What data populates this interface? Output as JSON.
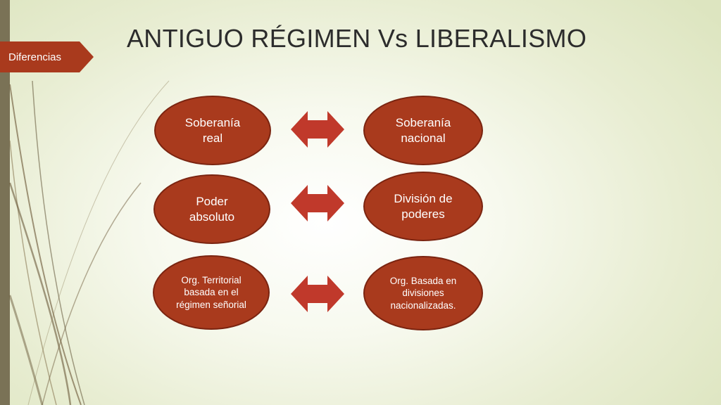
{
  "slide": {
    "title": "ANTIGUO RÉGIMEN Vs LIBERALISMO",
    "tag": "Diferencias"
  },
  "rows": [
    {
      "left": "Soberanía\nreal",
      "right": "Soberanía\nnacional"
    },
    {
      "left": "Poder\nabsoluto",
      "right": "División de\npoderes"
    },
    {
      "left": "Org. Territorial\nbasada en el\nrégimen señorial",
      "right": "Org. Basada en\ndivisiones\nnacionalizadas."
    }
  ],
  "colors": {
    "ellipse_fill": "#a93a1d",
    "ellipse_border": "#7a2410",
    "arrow_fill": "#c0392b",
    "tag_fill": "#a93a1d",
    "left_bar": "#7a7256"
  },
  "icons": {
    "connector": "double-arrow-icon"
  }
}
